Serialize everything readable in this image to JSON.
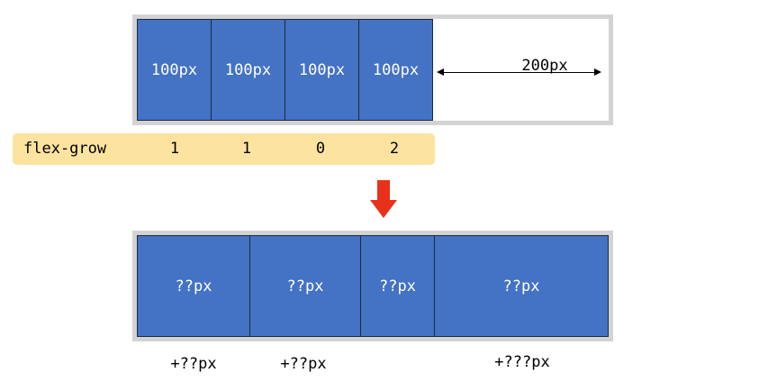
{
  "top_row": {
    "items": [
      "100px",
      "100px",
      "100px",
      "100px"
    ],
    "free_space_label": "200px"
  },
  "flex_grow": {
    "label": "flex-grow",
    "values": [
      "1",
      "1",
      "0",
      "2"
    ]
  },
  "arrow_color": "#e8311a",
  "bottom_row": {
    "items": [
      "??px",
      "??px",
      "??px",
      "??px"
    ]
  },
  "increments": [
    "+??px",
    "+??px",
    "+???px"
  ],
  "colors": {
    "item_fill": "#4472c4",
    "container_border": "#d3d3d3",
    "grow_bar": "#fce4a0"
  }
}
